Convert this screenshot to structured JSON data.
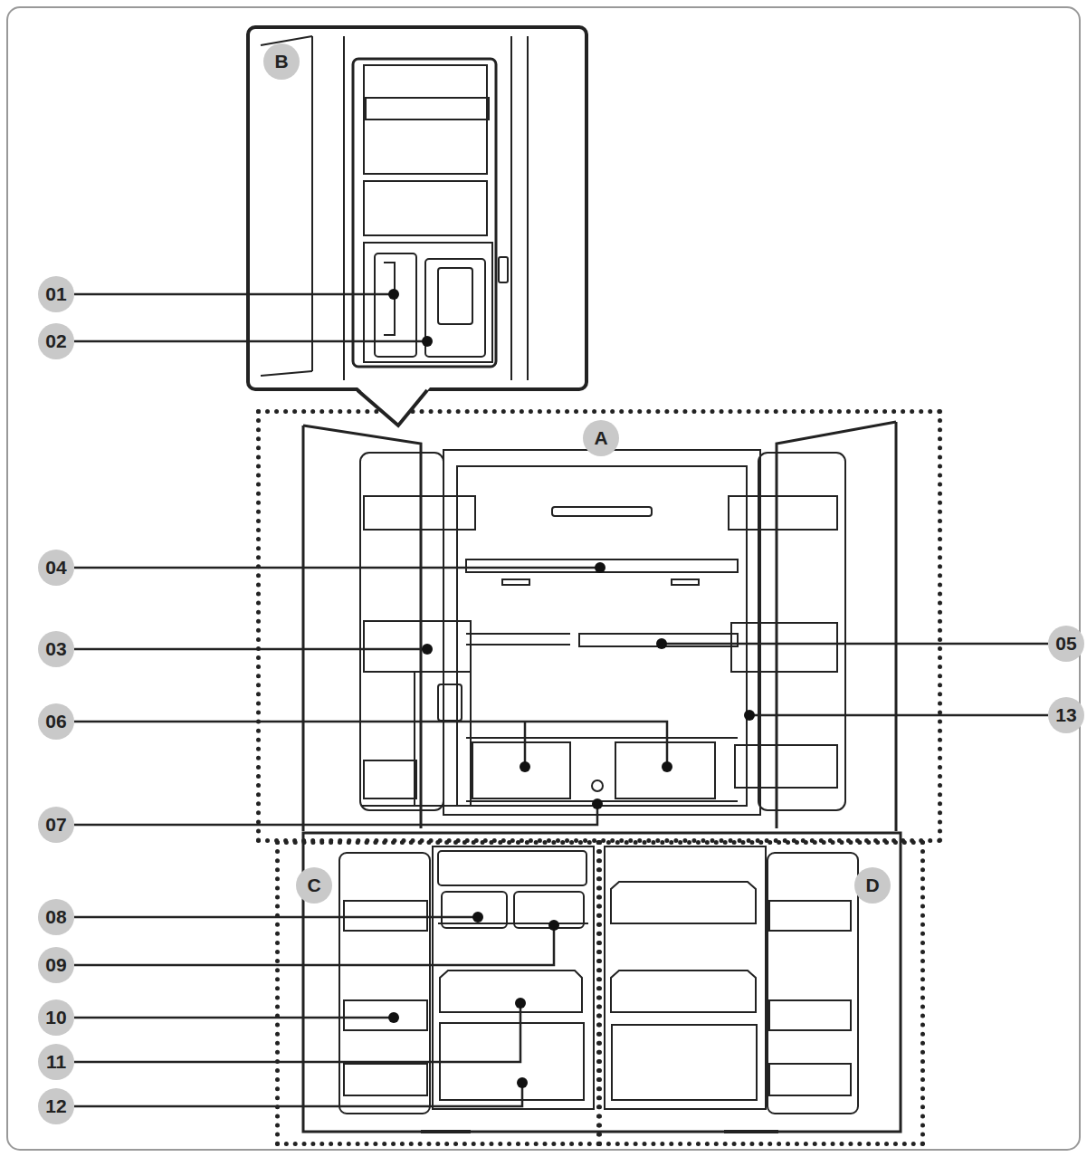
{
  "diagram": {
    "nodes": [
      {
        "text": [
          "B"
        ]
      },
      {
        "text": [
          "A"
        ]
      },
      {
        "text": [
          "C"
        ]
      },
      {
        "text": [
          "D"
        ]
      }
    ],
    "labels": [
      "01",
      "02",
      "04",
      "03",
      "05",
      "06",
      "13",
      "07",
      "08",
      "09",
      "10",
      "11",
      "12"
    ]
  }
}
